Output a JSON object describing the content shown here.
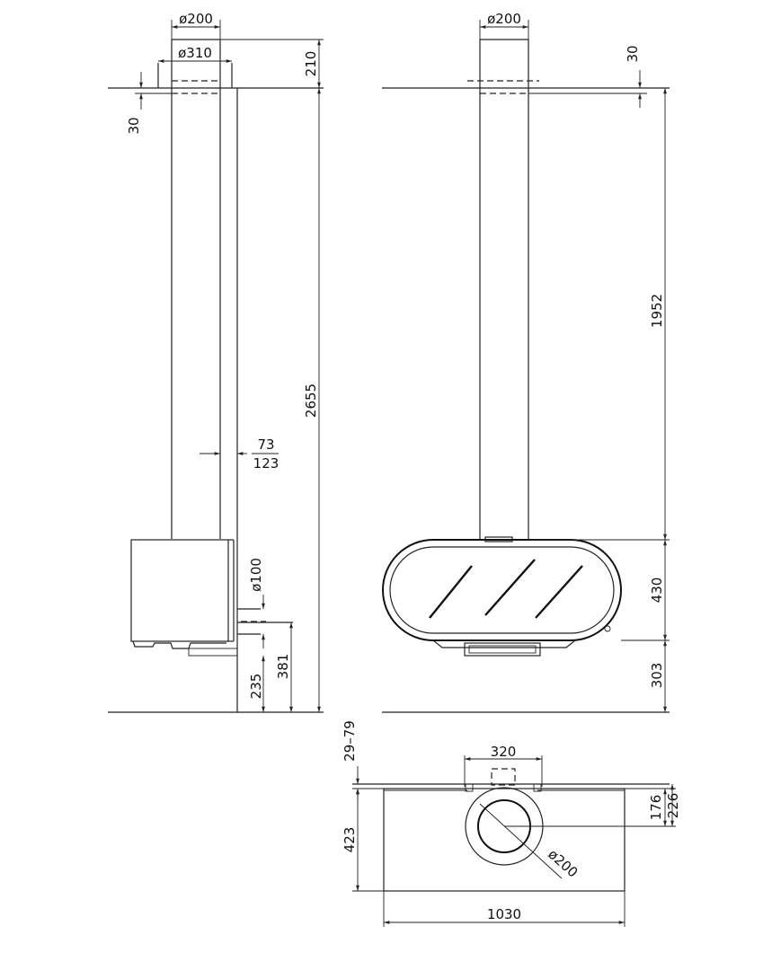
{
  "dimensions": {
    "left_flue_diameter": "ø200",
    "left_collar_diameter": "ø310",
    "left_top_height": "210",
    "left_ceiling_gap": "30",
    "left_total_height": "2655",
    "left_offset_inner": "73",
    "left_offset_outer": "123",
    "left_outlet_diameter": "ø100",
    "left_outlet_upper": "381",
    "left_outlet_lower": "235",
    "front_flue_diameter": "ø200",
    "front_ceiling_gap": "30",
    "front_flue_length": "1952",
    "front_body_height": "430",
    "front_floor_clearance": "303",
    "top_width": "320",
    "top_range": "29–79",
    "top_depth": "423",
    "top_offset_inner": "176",
    "top_offset_outer": "226",
    "top_pipe_diameter": "ø200",
    "top_total_width": "1030"
  }
}
